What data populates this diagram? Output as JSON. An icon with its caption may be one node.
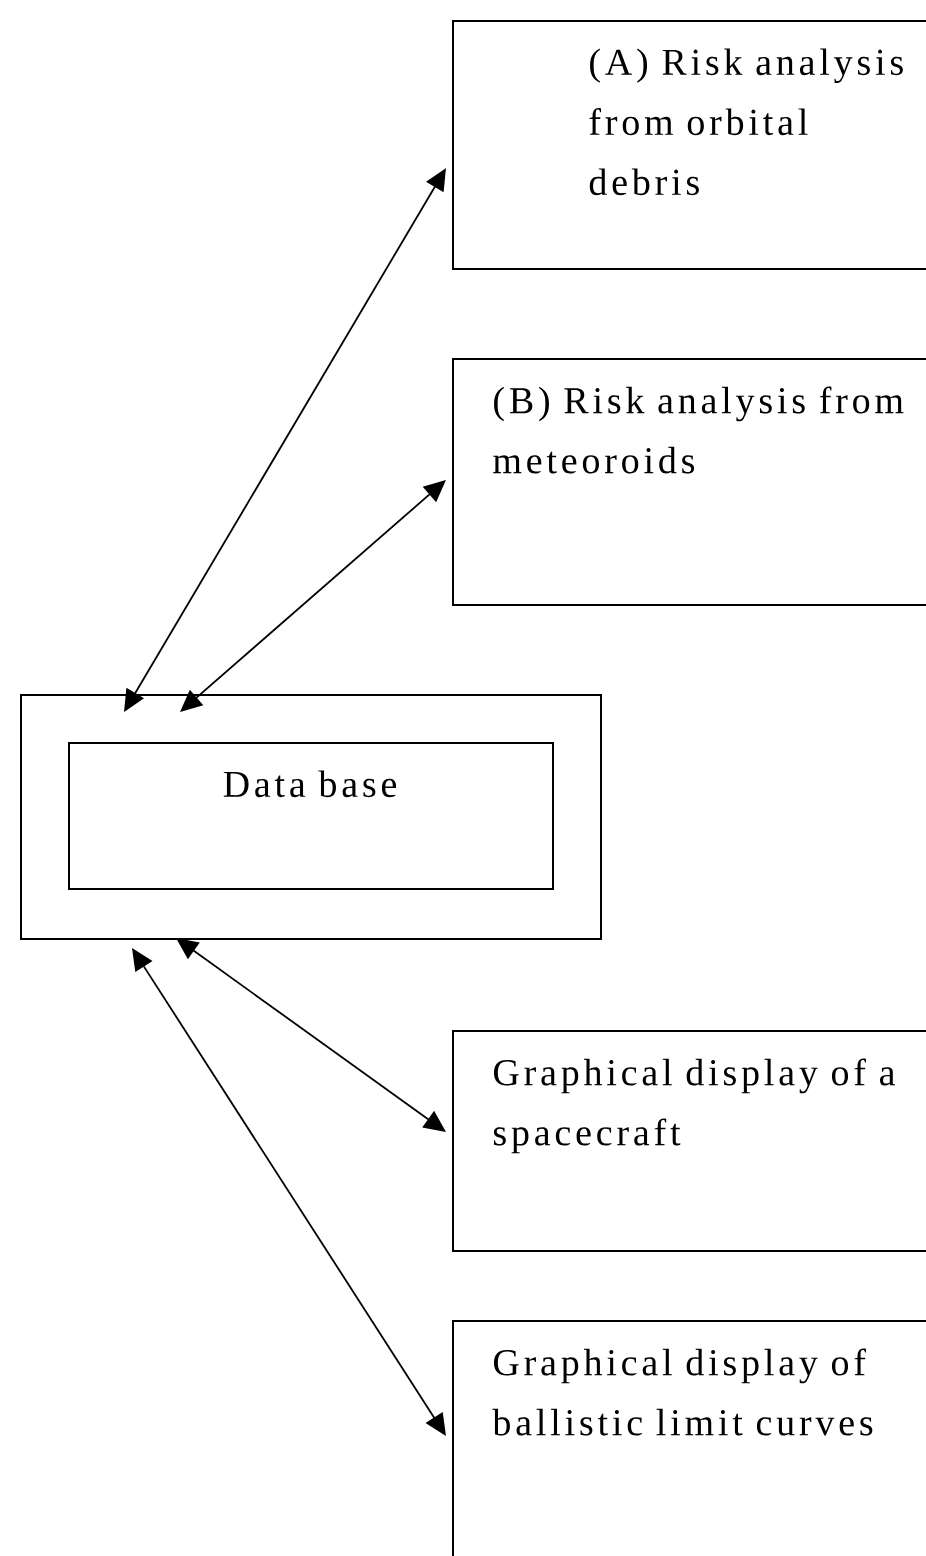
{
  "diagram": {
    "nodes": [
      {
        "text": [],
        "shape": "box"
      },
      {
        "text": [
          "Data base"
        ],
        "in": 0
      },
      {
        "text": [
          "(A) Risk analysis from orbital debris"
        ]
      },
      {
        "text": [
          "(B) Risk analysis from meteoroids"
        ]
      },
      {
        "text": [
          "Graphical display of a spacecraft"
        ]
      },
      {
        "text": [
          "Graphical display of ballistic limit curves"
        ]
      }
    ],
    "edges": [
      {
        "from": 0,
        "to": 2,
        "arrow": "both"
      },
      {
        "from": 0,
        "to": 3,
        "arrow": "both"
      },
      {
        "from": 0,
        "to": 4,
        "arrow": "both"
      },
      {
        "from": 0,
        "to": 5,
        "arrow": "both"
      }
    ]
  }
}
